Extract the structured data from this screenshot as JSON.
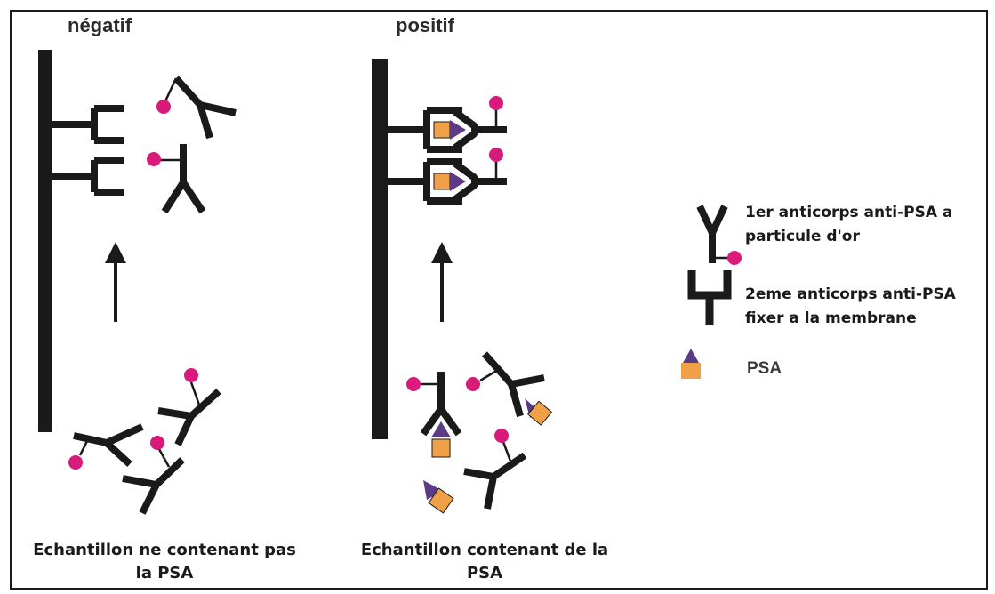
{
  "titles": {
    "negative": "négatif",
    "positive": "positif"
  },
  "captions": {
    "negative": [
      "Echantillon ne contenant pas",
      "la PSA"
    ],
    "positive": [
      "Echantillon contenant de la",
      "PSA"
    ]
  },
  "legend": {
    "first_antibody": [
      "1er anticorps anti-PSA a",
      "particule d'or"
    ],
    "second_antibody": [
      "2eme anticorps anti-PSA",
      "fixer a la membrane"
    ],
    "psa": "PSA"
  },
  "colors": {
    "ink": "#1a1a1a",
    "gold_particle": "#d81b7a",
    "psa_triangle": "#5b3a86",
    "psa_square": "#f0a046"
  }
}
